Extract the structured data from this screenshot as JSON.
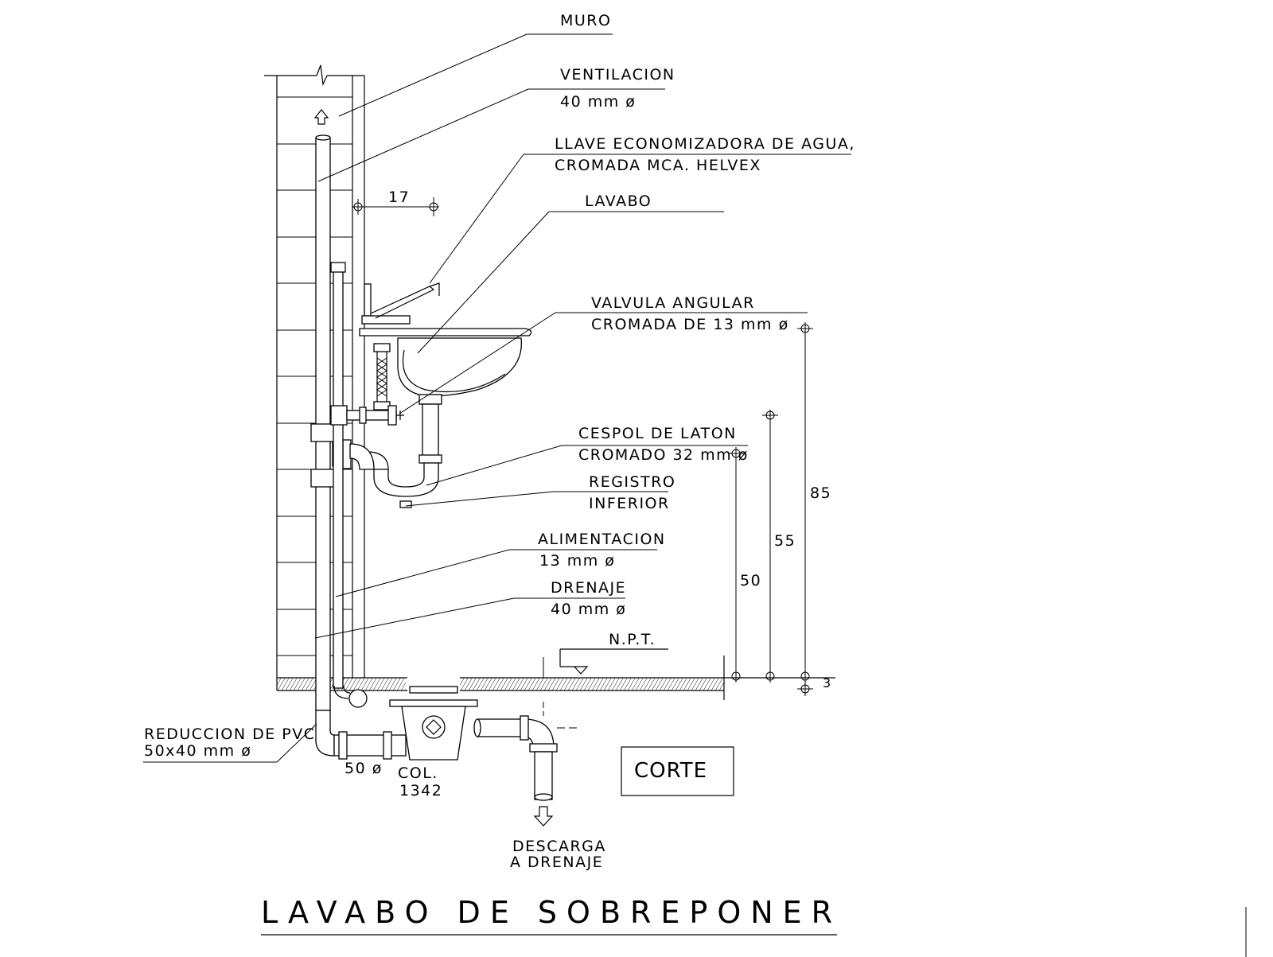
{
  "title": "LAVABO DE SOBREPONER",
  "view_label": "CORTE",
  "callouts": {
    "muro": "MURO",
    "ventilacion": [
      "VENTILACION",
      "40  mm  ø"
    ],
    "llave": [
      "LLAVE  ECONOMIZADORA  DE  AGUA,",
      "CROMADA  MCA.  HELVEX"
    ],
    "lavabo": "LAVABO",
    "valvula": [
      "VALVULA  ANGULAR",
      "CROMADA  DE  13  mm  ø"
    ],
    "cespol": [
      "CESPOL  DE  LATON",
      "CROMADO  32  mm  ø"
    ],
    "registro": [
      "REGISTRO",
      "INFERIOR"
    ],
    "alimentacion": [
      "ALIMENTACION",
      "13  mm  ø"
    ],
    "drenaje": [
      "DRENAJE",
      "40  mm  ø"
    ],
    "npt": "N.P.T.",
    "reduccion": [
      "REDUCCION  DE  PVC",
      "50x40  mm  ø"
    ],
    "diam50": "50  ø",
    "col": [
      "COL.",
      "1342"
    ],
    "descarga": [
      "DESCARGA",
      "A  DRENAJE"
    ]
  },
  "dimensions": {
    "d17": "17",
    "d85": "85",
    "d55": "55",
    "d50": "50",
    "d3": "3"
  }
}
